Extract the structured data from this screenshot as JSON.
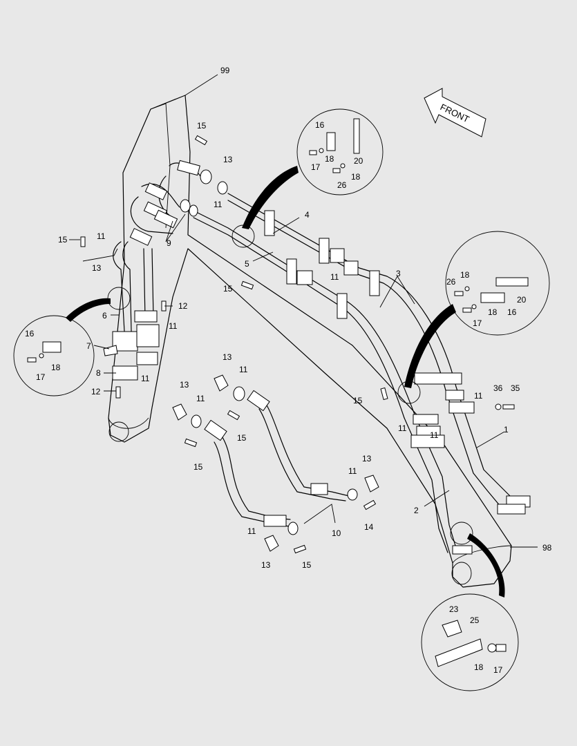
{
  "front_arrow": "FRONT",
  "labels": {
    "l99": "99",
    "l98": "98",
    "l1": "1",
    "l2": "2",
    "l3": "3",
    "l4": "4",
    "l5": "5",
    "l6": "6",
    "l7": "7",
    "l8": "8",
    "l9": "9",
    "l10": "10",
    "l35": "35",
    "l36": "36",
    "l11a": "11",
    "l11b": "11",
    "l11c": "11",
    "l11d": "11",
    "l11e": "11",
    "l11f": "11",
    "l11g": "11",
    "l11h": "11",
    "l11i": "11",
    "l11j": "11",
    "l11k": "11",
    "l11l": "11",
    "l12a": "12",
    "l12b": "12",
    "l13a": "13",
    "l13b": "13",
    "l13c": "13",
    "l13d": "13",
    "l13e": "13",
    "l13f": "13",
    "l14": "14",
    "l15a": "15",
    "l15b": "15",
    "l15c": "15",
    "l15d": "15",
    "l15e": "15",
    "l15f": "15",
    "l15g": "15"
  },
  "callouts": {
    "top": {
      "l16": "16",
      "l17": "17",
      "l18a": "18",
      "l18b": "18",
      "l20": "20",
      "l26": "26"
    },
    "right": {
      "l16": "16",
      "l17": "17",
      "l18a": "18",
      "l18b": "18",
      "l20": "20",
      "l26": "26"
    },
    "left": {
      "l16": "16",
      "l17": "17",
      "l18": "18"
    },
    "bottom": {
      "l23": "23",
      "l25": "25",
      "l18": "18",
      "l17": "17"
    }
  }
}
